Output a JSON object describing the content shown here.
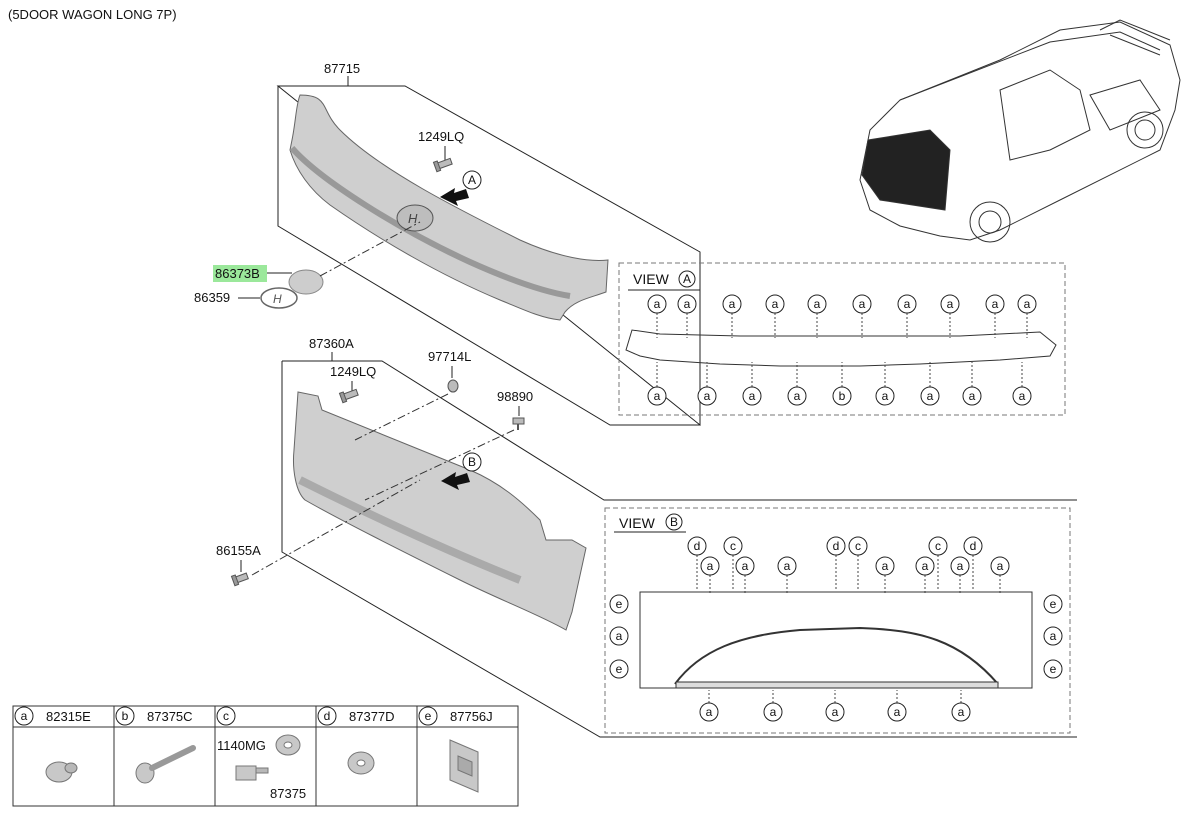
{
  "header": {
    "variant": "(5DOOR WAGON LONG 7P)"
  },
  "colors": {
    "highlight": "#9be89b",
    "part_fill": "#cfcfcf",
    "line": "#222222"
  },
  "callouts": {
    "p87715": "87715",
    "p1249lq_top": "1249LQ",
    "p86373b": "86373B",
    "p86359": "86359",
    "p87360a": "87360A",
    "p1249lq_mid": "1249LQ",
    "p97714l": "97714L",
    "p98890": "98890",
    "p86155a": "86155A"
  },
  "arrows": {
    "a": "A",
    "b": "B"
  },
  "view_a": {
    "title": "VIEW",
    "marker": "A",
    "top_labels": [
      "a",
      "a",
      "a",
      "a",
      "a",
      "a",
      "a",
      "a",
      "a",
      "a"
    ],
    "bottom_labels": [
      "a",
      "a",
      "a",
      "a",
      "b",
      "a",
      "a",
      "a",
      "a"
    ]
  },
  "view_b": {
    "title": "VIEW",
    "marker": "B",
    "top_labels_row1": [
      "d",
      "c",
      "d",
      "c",
      "c",
      "d"
    ],
    "top_labels_row2": [
      "a",
      "a",
      "a",
      "a",
      "a",
      "a",
      "a"
    ],
    "left_labels": [
      "e",
      "a",
      "e"
    ],
    "right_labels": [
      "e",
      "a",
      "e"
    ],
    "bottom_labels": [
      "a",
      "a",
      "a",
      "a",
      "a"
    ]
  },
  "legend": [
    {
      "key": "a",
      "part": "82315E"
    },
    {
      "key": "b",
      "part": "87375C"
    },
    {
      "key": "c",
      "part": "",
      "sub_parts": [
        "1140MG",
        "87375"
      ]
    },
    {
      "key": "d",
      "part": "87377D"
    },
    {
      "key": "e",
      "part": "87756J"
    }
  ]
}
